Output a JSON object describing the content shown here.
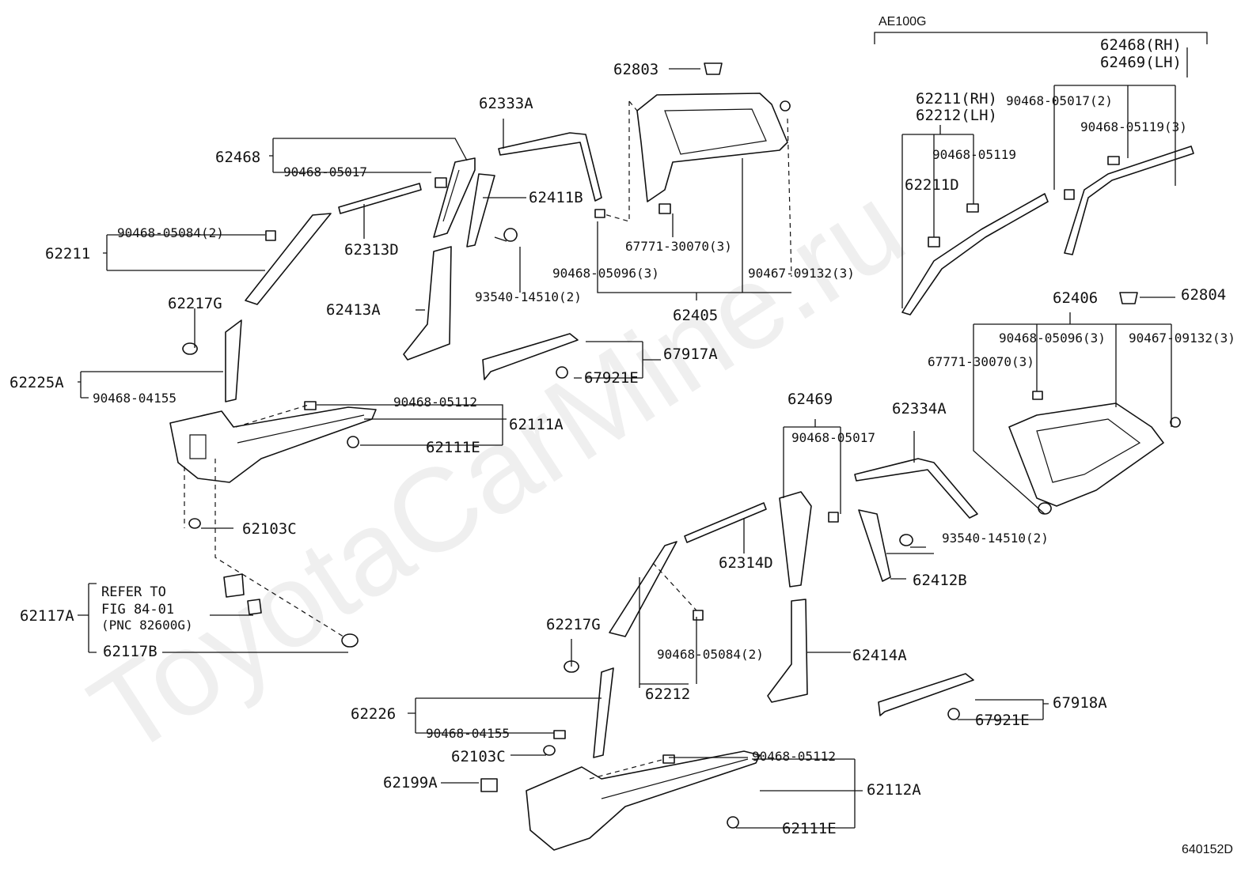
{
  "watermark": "ToyotaCarMine.ru",
  "model_tag": "AE100G",
  "figure_id": "640152D",
  "refer_note": {
    "line1": "REFER TO",
    "line2": "FIG 84-01",
    "line3": "(PNC 82600G)"
  },
  "labels": {
    "p62803": "62803",
    "p62333A": "62333A",
    "p62468": "62468",
    "p90468_05017": "90468-05017",
    "p62411B": "62411B",
    "p62211": "62211",
    "p90468_05084_2": "90468-05084(2)",
    "p62313D": "62313D",
    "p67771_30070_3": "67771-30070(3)",
    "p90468_05096_3": "90468-05096(3)",
    "p90467_09132_3": "90467-09132(3)",
    "p93540_14510_2": "93540-14510(2)",
    "p62405": "62405",
    "p62413A": "62413A",
    "p62217G": "62217G",
    "p67917A": "67917A",
    "p67921E": "67921E",
    "p62225A": "62225A",
    "p90468_04155": "90468-04155",
    "p90468_05112": "90468-05112",
    "p62111A": "62111A",
    "p62111E": "62111E",
    "p62103C": "62103C",
    "p62117A": "62117A",
    "p62117B": "62117B",
    "r62468rh": "62468(RH)",
    "r62469lh": "62469(LH)",
    "r62211rh": "62211(RH)",
    "r62212lh": "62212(LH)",
    "r90468_05017_2": "90468-05017(2)",
    "r90468_05119_3": "90468-05119(3)",
    "r90468_05119": "90468-05119",
    "r62211D": "62211D",
    "r62406": "62406",
    "r62804": "62804",
    "r90468_05096_3": "90468-05096(3)",
    "r90467_09132_3": "90467-09132(3)",
    "r67771_30070_3": "67771-30070(3)",
    "l62469": "62469",
    "l90468_05017": "90468-05017",
    "l62334A": "62334A",
    "l62314D": "62314D",
    "l93540_14510_2": "93540-14510(2)",
    "l62412B": "62412B",
    "l62217G": "62217G",
    "l90468_05084_2": "90468-05084(2)",
    "l62212": "62212",
    "l62414A": "62414A",
    "l62226": "62226",
    "l90468_04155": "90468-04155",
    "l62103C": "62103C",
    "l62199A": "62199A",
    "l90468_05112": "90468-05112",
    "l62112A": "62112A",
    "l62111E": "62111E",
    "l67918A": "67918A",
    "l67921E": "67921E"
  }
}
